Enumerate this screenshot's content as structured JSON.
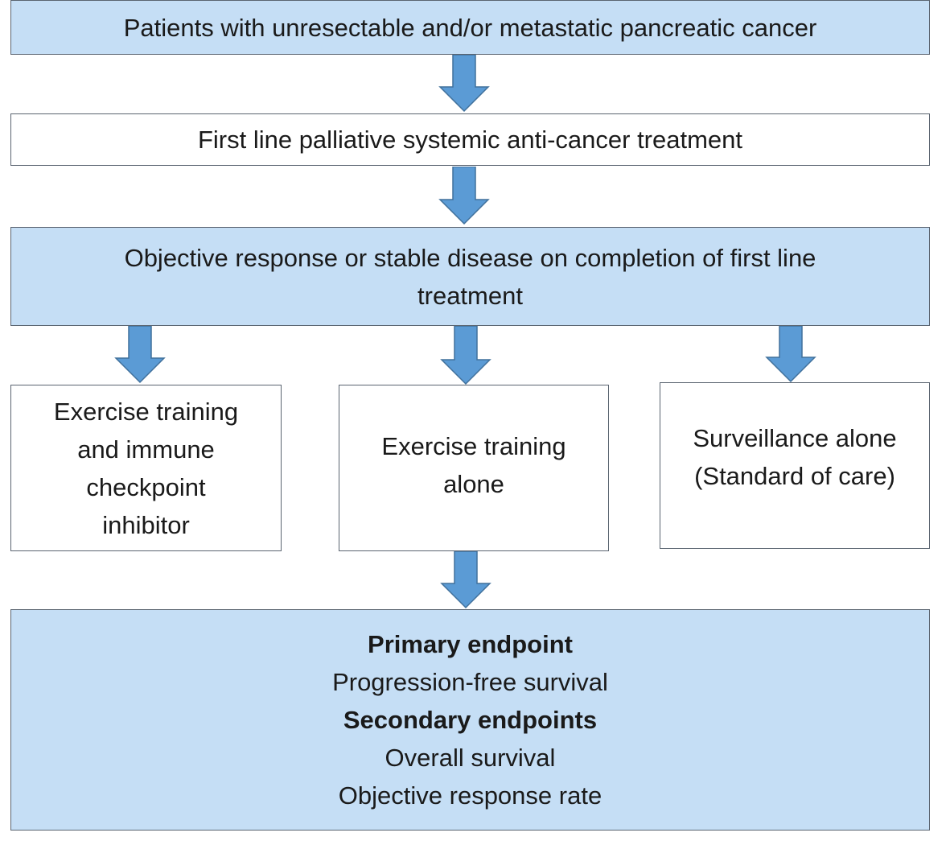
{
  "colors": {
    "box_fill": "#c5def5",
    "box_border": "#5a6470",
    "arrow_fill": "#5b9bd5",
    "arrow_stroke": "#41719c"
  },
  "boxes": {
    "population": "Patients with unresectable and/or metastatic pancreatic cancer",
    "first_line": "First line palliative systemic anti-cancer treatment",
    "response": {
      "line1": "Objective response or stable disease on completion of first line",
      "line2": "treatment"
    },
    "arm_combination": {
      "line1": "Exercise training",
      "line2": "and immune",
      "line3": "checkpoint",
      "line4": "inhibitor"
    },
    "arm_exercise": {
      "line1": "Exercise training",
      "line2": "alone"
    },
    "arm_surveillance": {
      "line1": "Surveillance alone",
      "line2": "(Standard of care)"
    },
    "endpoints": {
      "primary_heading": "Primary endpoint",
      "primary_item": "Progression-free survival",
      "secondary_heading": "Secondary endpoints",
      "secondary_items": [
        "Overall survival",
        "Objective response rate"
      ]
    }
  }
}
